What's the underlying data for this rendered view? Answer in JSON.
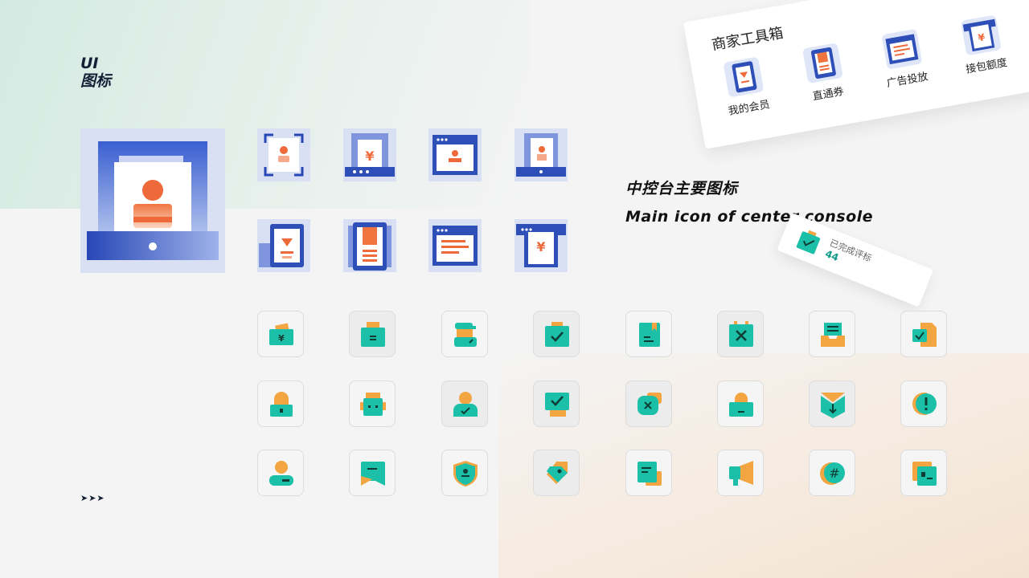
{
  "page": {
    "title_line1": "UI",
    "title_line2": "图标",
    "arrows": "➤➤➤"
  },
  "console": {
    "title_zh": "中控台主要图标",
    "title_en": "Main icon of center console"
  },
  "toolbox": {
    "title": "商家工具箱",
    "items": [
      {
        "label": "我的会员",
        "icon": "member-diamond-phone-icon"
      },
      {
        "label": "直通券",
        "icon": "coupon-phone-icon"
      },
      {
        "label": "广告投放",
        "icon": "ad-window-icon"
      },
      {
        "label": "接包额度",
        "icon": "quota-yuan-icon"
      }
    ]
  },
  "stat_card": {
    "label": "已完成评标",
    "value": "44"
  },
  "colors": {
    "blue": "#2e4fb8",
    "light_blue": "#d9e0f3",
    "orange": "#f0743e",
    "teal": "#1cbfa7",
    "amber": "#f2a541",
    "dark": "#152036"
  },
  "gradient_icons": [
    "member-profile-drawer-icon",
    "profile-scan-icon",
    "yuan-drawer-icon",
    "stamp-window-icon",
    "document-drawer-icon",
    "diamond-phone-icon",
    "coupon-phone-icon",
    "text-window-icon",
    "yuan-calendar-icon"
  ],
  "flat_icons": [
    [
      "yuan-wallet-icon",
      "box-icon",
      "worker-icon",
      "check-clipboard-icon",
      "bookmark-document-icon",
      "close-calendar-icon",
      "inbox-tray-icon",
      "check-document-icon"
    ],
    [
      "lock-icon",
      "robot-icon",
      "user-check-icon",
      "check-monitor-icon",
      "close-chat-icon",
      "shopping-bag-icon",
      "download-shield-icon",
      "alert-chat-icon"
    ],
    [
      "user-card-icon",
      "chat-flag-icon",
      "shield-user-icon",
      "price-tag-icon",
      "document-list-icon",
      "megaphone-icon",
      "hashtag-chat-icon",
      "contact-card-icon"
    ]
  ]
}
